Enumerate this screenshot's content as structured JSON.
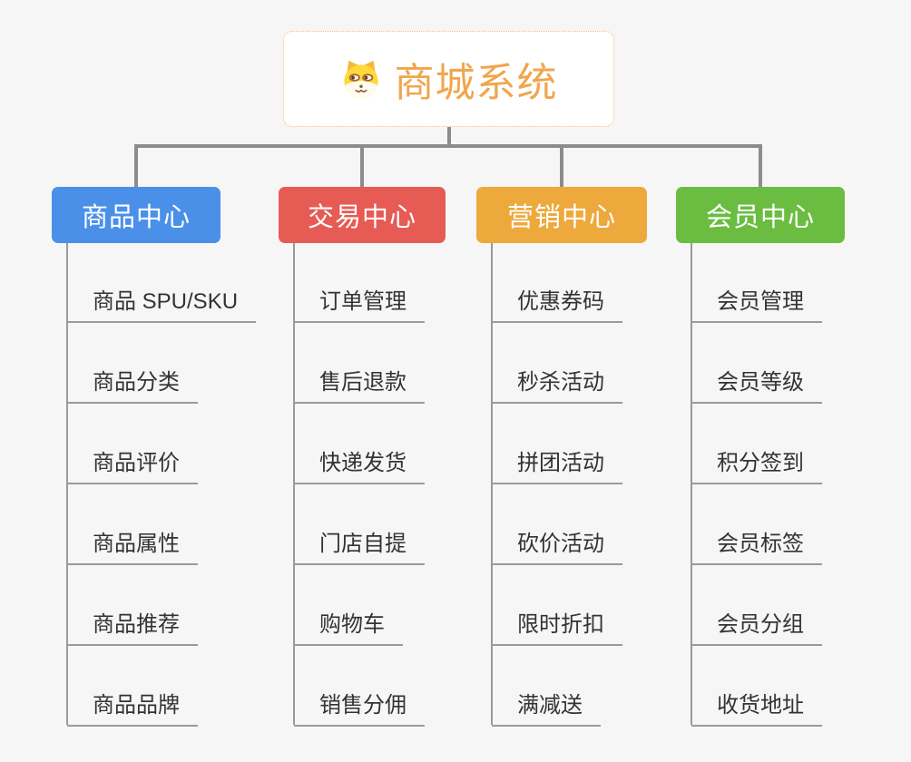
{
  "root": {
    "title": "商城系统",
    "icon": "dog-face"
  },
  "branches": [
    {
      "label": "商品中心",
      "color": "#4A90E9",
      "items": [
        "商品 SPU/SKU",
        "商品分类",
        "商品评价",
        "商品属性",
        "商品推荐",
        "商品品牌"
      ]
    },
    {
      "label": "交易中心",
      "color": "#E65B53",
      "items": [
        "订单管理",
        "售后退款",
        "快递发货",
        "门店自提",
        "购物车",
        "销售分佣"
      ]
    },
    {
      "label": "营销中心",
      "color": "#EEA93C",
      "items": [
        "优惠券码",
        "秒杀活动",
        "拼团活动",
        "砍价活动",
        "限时折扣",
        "满减送"
      ]
    },
    {
      "label": "会员中心",
      "color": "#6ABD40",
      "items": [
        "会员管理",
        "会员等级",
        "积分签到",
        "会员标签",
        "会员分组",
        "收货地址"
      ]
    }
  ],
  "colors": {
    "background": "#F6F6F6",
    "root_border": "#F2BE74",
    "root_title": "#F0A64D",
    "connector": "#8C8C8C",
    "branch_line": "#9A9A9A",
    "item_text": "#333333",
    "node_text": "#FFFFFF",
    "dog_head": "#FFD83E",
    "dog_muzzle": "#FFFBEF",
    "dog_features": "#8C5B2A"
  }
}
